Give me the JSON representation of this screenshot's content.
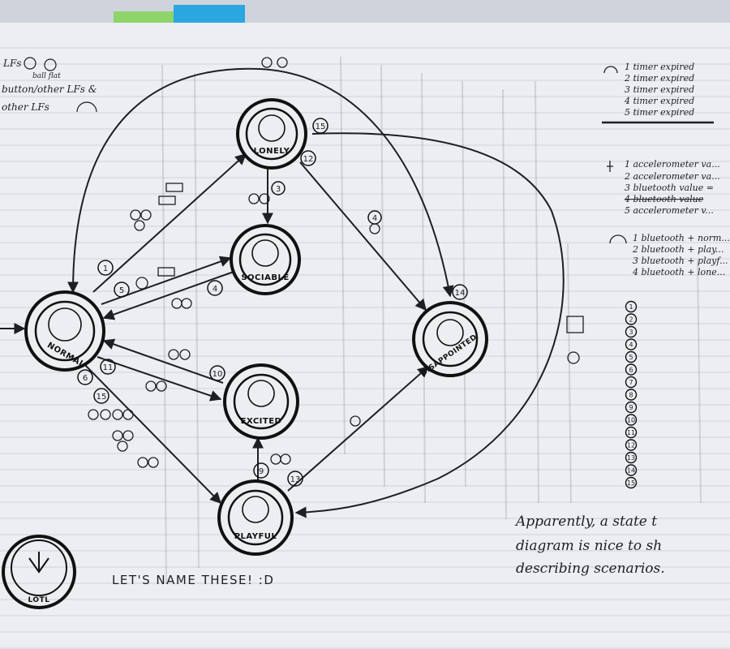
{
  "diagram": {
    "states": {
      "normal": "NORMAL",
      "lonely": "LONELY",
      "sociable": "SOCIABLE",
      "disappointed": "DISAPPOINTED",
      "excited": "EXCITED",
      "playful": "PLAYFUL"
    },
    "top_left_notes": [
      "LFs",
      "ball flat",
      "button/other LFs &",
      "other LFs"
    ],
    "transition_numbers": [
      "1",
      "5",
      "4",
      "11",
      "10",
      "6",
      "15",
      "9",
      "13",
      "14",
      "15",
      "12",
      "3",
      "4"
    ],
    "legend_timer": [
      "1 timer expired",
      "2 timer expired",
      "3 timer expired",
      "4 timer expired",
      "5 timer expired"
    ],
    "legend_accel": [
      "1 accelerometer va...",
      "2 accelerometer va...",
      "3 bluetooth value =",
      "4 bluetooth value",
      "5 accelerometer v..."
    ],
    "legend_bluetooth": [
      "1 bluetooth + norm...",
      "2 bluetooth + play...",
      "3 bluetooth + playf...",
      "4 bluetooth + lone..."
    ],
    "numbered_column": [
      "1",
      "2",
      "3",
      "4",
      "5",
      "6",
      "7",
      "8",
      "9",
      "10",
      "11",
      "12",
      "13",
      "14",
      "15"
    ],
    "footer_note": "LET'S NAME THESE! :D",
    "margin_note": [
      "Apparently, a state t",
      "diagram is nice to sh",
      "describing scenarios."
    ],
    "corner_label": "LOTL"
  }
}
